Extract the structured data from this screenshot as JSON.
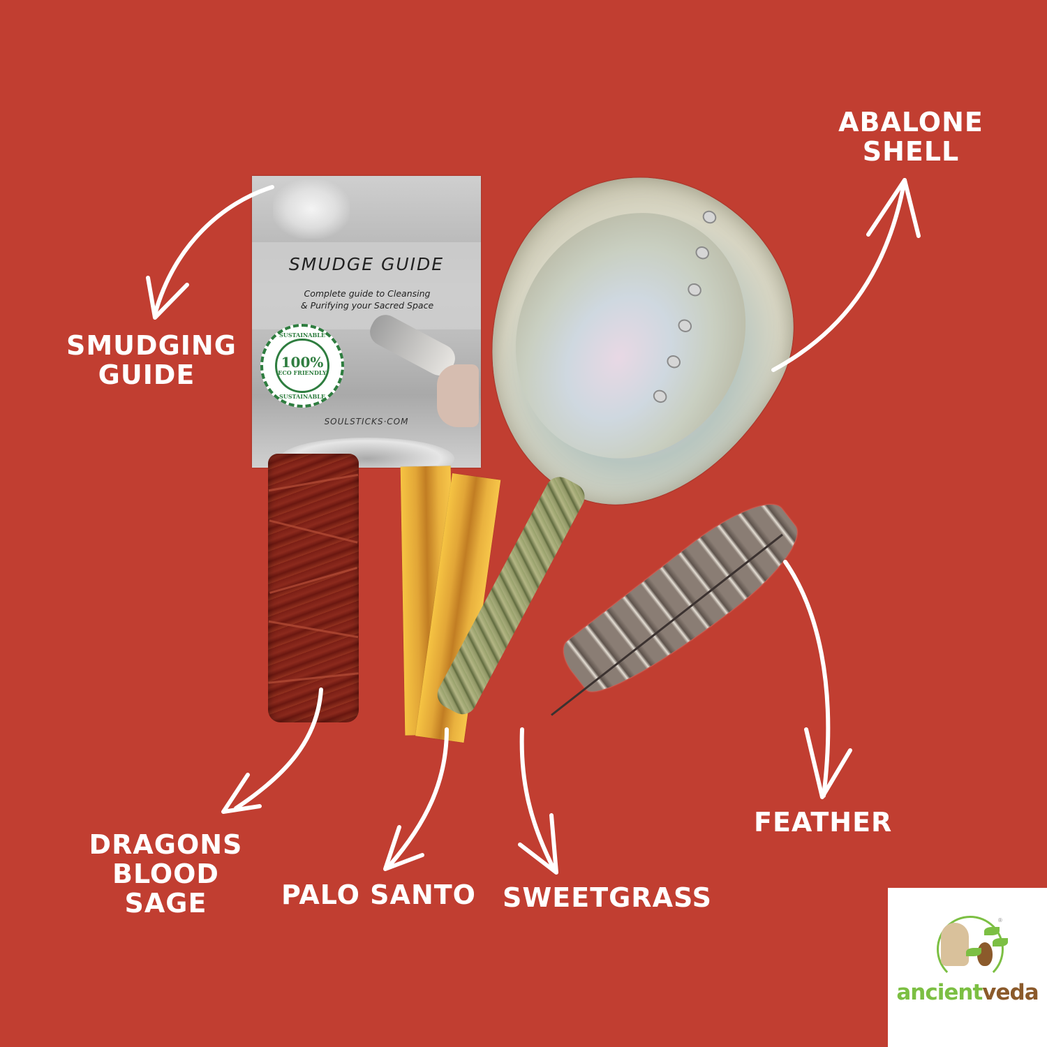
{
  "background_color": "#c13e31",
  "labels": {
    "smudging_guide": {
      "line1": "SMUDGING",
      "line2": "GUIDE"
    },
    "abalone_shell": {
      "line1": "ABALONE",
      "line2": "SHELL"
    },
    "dragons_blood_sage": {
      "line1": "DRAGONS",
      "line2": "BLOOD SAGE"
    },
    "palo_santo": "PALO SANTO",
    "sweetgrass": "SWEETGRASS",
    "feather": "FEATHER"
  },
  "booklet": {
    "title": "SMUDGE GUIDE",
    "subtitle_line1": "Complete guide to Cleansing",
    "subtitle_line2": "& Purifying your Sacred Space",
    "stamp": {
      "ring_top": "SUSTAINABLE",
      "percent": "100%",
      "text": "ECO FRIENDLY",
      "ring_bottom": "SUSTAINABLE"
    },
    "website": "SOULSTICKS·COM"
  },
  "logo": {
    "brand_part1": "ancient",
    "brand_part2": "veda",
    "registered": "®",
    "green": "#7cbf43",
    "brown": "#8b5a2b"
  }
}
